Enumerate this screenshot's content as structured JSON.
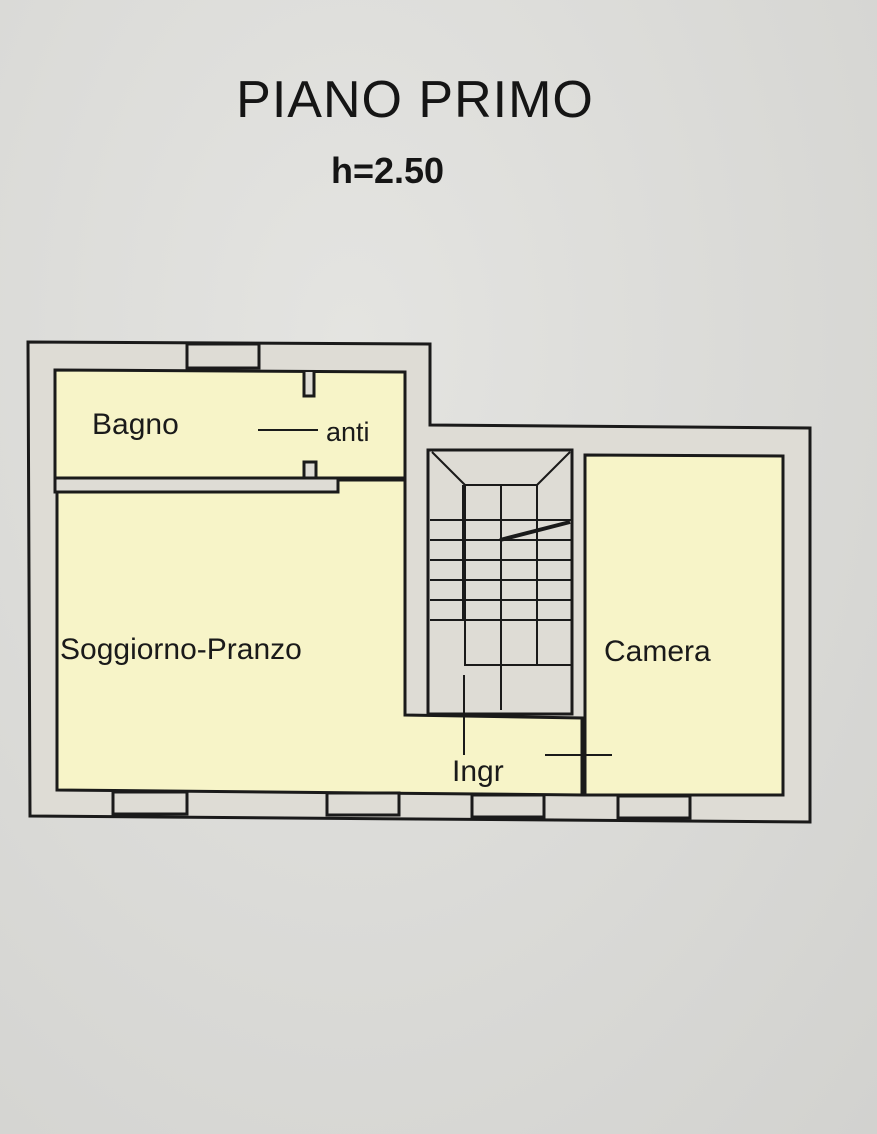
{
  "header": {
    "title": "PIANO PRIMO",
    "height_label": "h=2.50"
  },
  "rooms": {
    "bagno": "Bagno",
    "anti": "anti",
    "soggiorno": "Soggiorno-Pranzo",
    "camera": "Camera",
    "ingresso": "Ingr"
  },
  "colors": {
    "room_fill": "#f7f4c8",
    "wall": "#1a1a1a",
    "paper": "#dcdcd9"
  }
}
